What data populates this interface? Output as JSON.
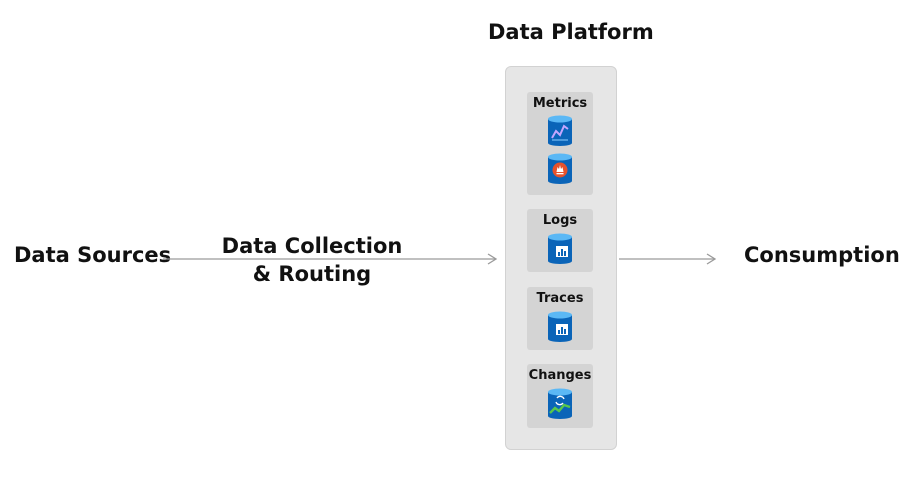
{
  "title": "Data Platform",
  "left_label": "Data Sources",
  "middle_label": {
    "line1": "Data Collection",
    "line2": "& Routing"
  },
  "right_label": "Consumption",
  "stores": {
    "metrics": {
      "label": "Metrics",
      "icons": [
        "metrics-db-chart-icon",
        "prometheus-db-icon"
      ]
    },
    "logs": {
      "label": "Logs",
      "icons": [
        "logs-db-chart-icon"
      ]
    },
    "traces": {
      "label": "Traces",
      "icons": [
        "traces-db-chart-icon"
      ]
    },
    "changes": {
      "label": "Changes",
      "icons": [
        "changes-db-icon"
      ]
    }
  },
  "colors": {
    "db_blue": "#0078d4",
    "db_top": "#50b0f0",
    "arrow": "#9a9a9a",
    "platform_bg": "#e6e6e6",
    "store_bg": "#d4d4d4",
    "prometheus_orange": "#e6522c",
    "change_green": "#57c84d"
  }
}
